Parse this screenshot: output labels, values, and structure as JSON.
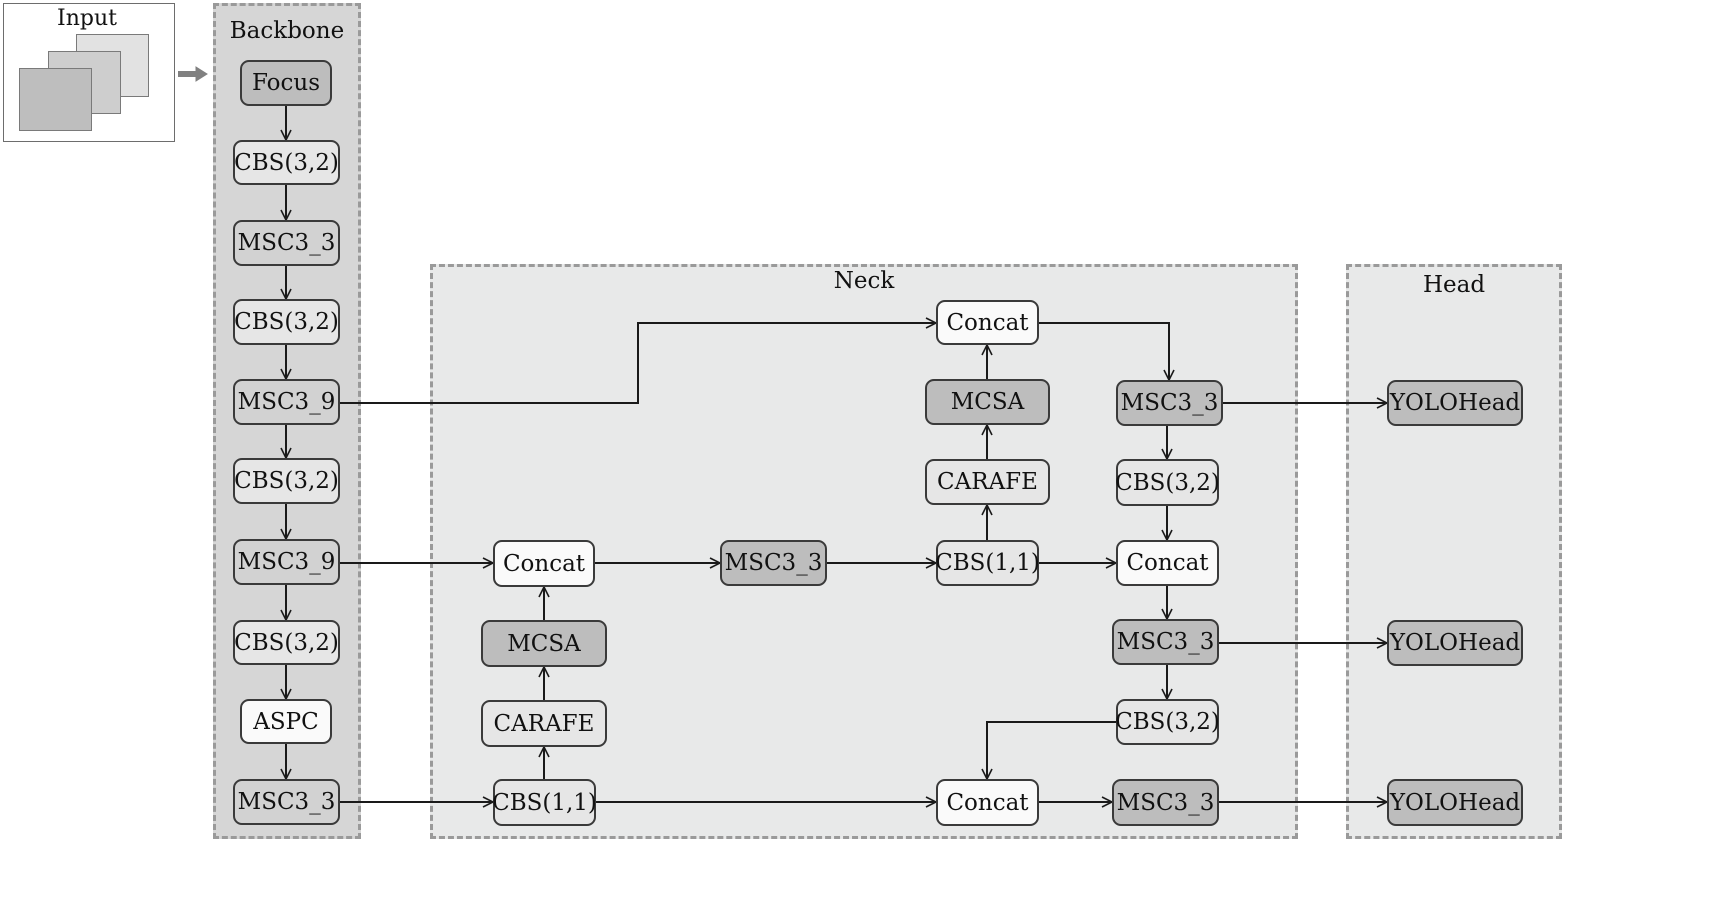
{
  "input": {
    "label": "Input"
  },
  "regions": {
    "backbone": "Backbone",
    "neck": "Neck",
    "head": "Head"
  },
  "backbone": {
    "focus": "Focus",
    "cbs1": "CBS(3,2)",
    "msc3_3_a": "MSC3_3",
    "cbs2": "CBS(3,2)",
    "msc3_9_a": "MSC3_9",
    "cbs3": "CBS(3,2)",
    "msc3_9_b": "MSC3_9",
    "cbs4": "CBS(3,2)",
    "aspc": "ASPC",
    "msc3_3_b": "MSC3_3"
  },
  "neck": {
    "concat_top": "Concat",
    "mcsa_top": "MCSA",
    "carafe_top": "CARAFE",
    "cbs11_mid": "CBS(1,1)",
    "msc3_3_right_top": "MSC3_3",
    "cbs32_right_1": "CBS(3,2)",
    "concat_right_mid": "Concat",
    "msc3_3_right_mid": "MSC3_3",
    "cbs32_right_2": "CBS(3,2)",
    "concat_left": "Concat",
    "msc3_3_center": "MSC3_3",
    "mcsa_left": "MCSA",
    "carafe_left": "CARAFE",
    "cbs11_bottom": "CBS(1,1)",
    "concat_bottom": "Concat",
    "msc3_3_right_bottom": "MSC3_3"
  },
  "head": {
    "yolohead_1": "YOLOHead",
    "yolohead_2": "YOLOHead",
    "yolohead_3": "YOLOHead"
  },
  "colors": {
    "dark_fill": "#bdbdbd",
    "light_fill": "#e6e6e6",
    "white_fill": "#fafafa",
    "region_fill": "#e8e9e9",
    "backbone_fill": "#d6d6d6",
    "arrow": "#1a1a1a"
  }
}
